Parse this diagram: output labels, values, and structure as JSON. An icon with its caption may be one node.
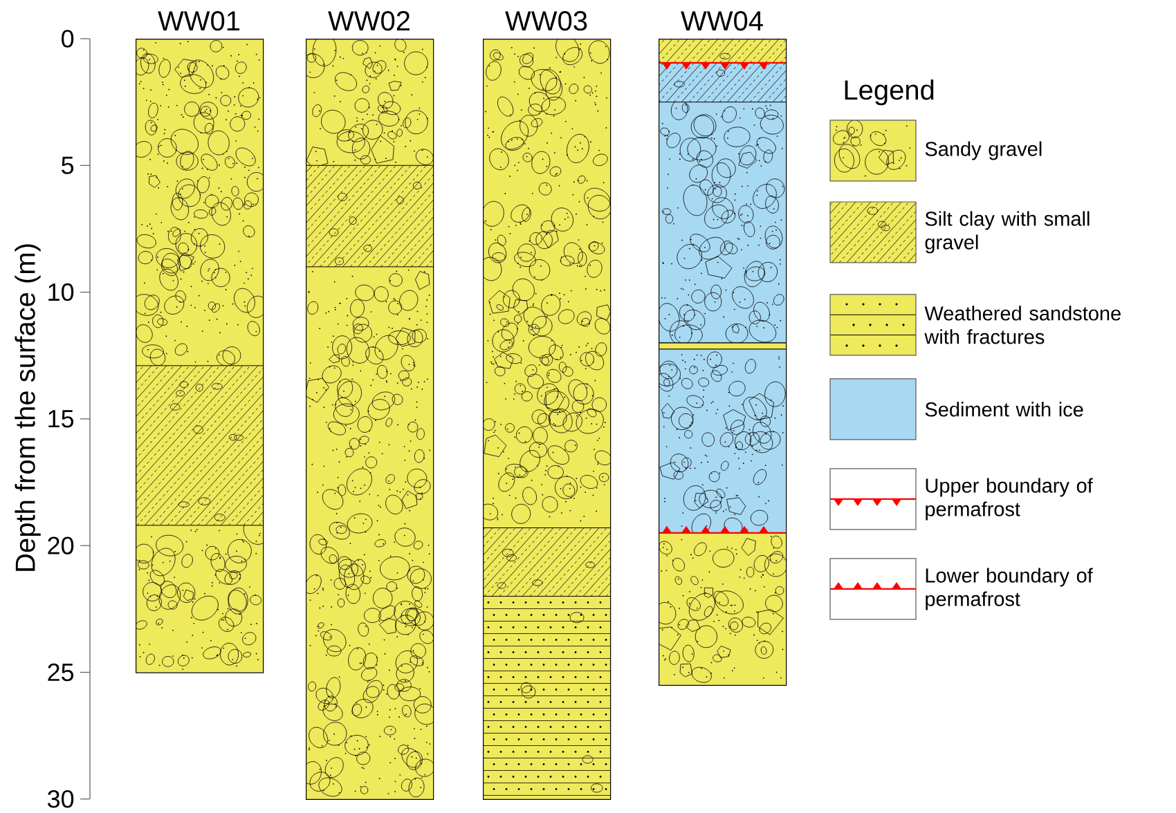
{
  "diagram": {
    "nodes": [
      {
        "text": [
          "WW01"
        ]
      },
      {
        "text": [
          "WW02"
        ]
      },
      {
        "text": [
          "WW03"
        ]
      },
      {
        "text": [
          "WW04"
        ]
      }
    ],
    "labels": [
      "0",
      "5",
      "10",
      "15",
      "20",
      "25",
      "30",
      "Depth from the surface (m)",
      "Legend"
    ],
    "legend": [
      {
        "text": "Sandy gravel"
      },
      {
        "text": "Silt clay with small gravel"
      },
      {
        "text": "Weathered sandstone with fractures"
      },
      {
        "text": "Sediment with ice",
        "color": "#a8d9f2"
      },
      {
        "text": "Upper boundary of permafrost"
      },
      {
        "text": "Lower boundary of permafrost"
      }
    ]
  }
}
